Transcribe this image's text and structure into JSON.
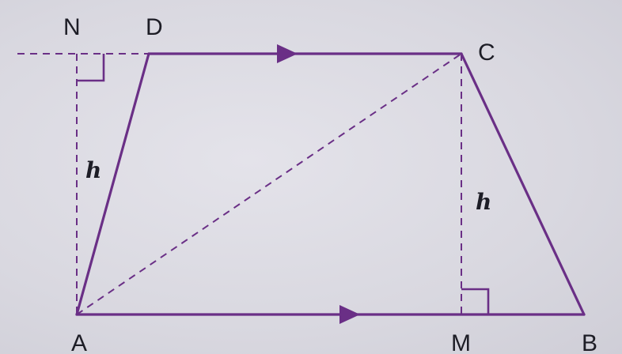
{
  "diagram": {
    "points": {
      "N": "N",
      "D": "D",
      "C": "C",
      "A": "A",
      "M": "M",
      "B": "B"
    },
    "heights": {
      "left": "h",
      "right": "h"
    },
    "colors": {
      "line": "#6a2f86",
      "text": "#1d1d26"
    }
  }
}
